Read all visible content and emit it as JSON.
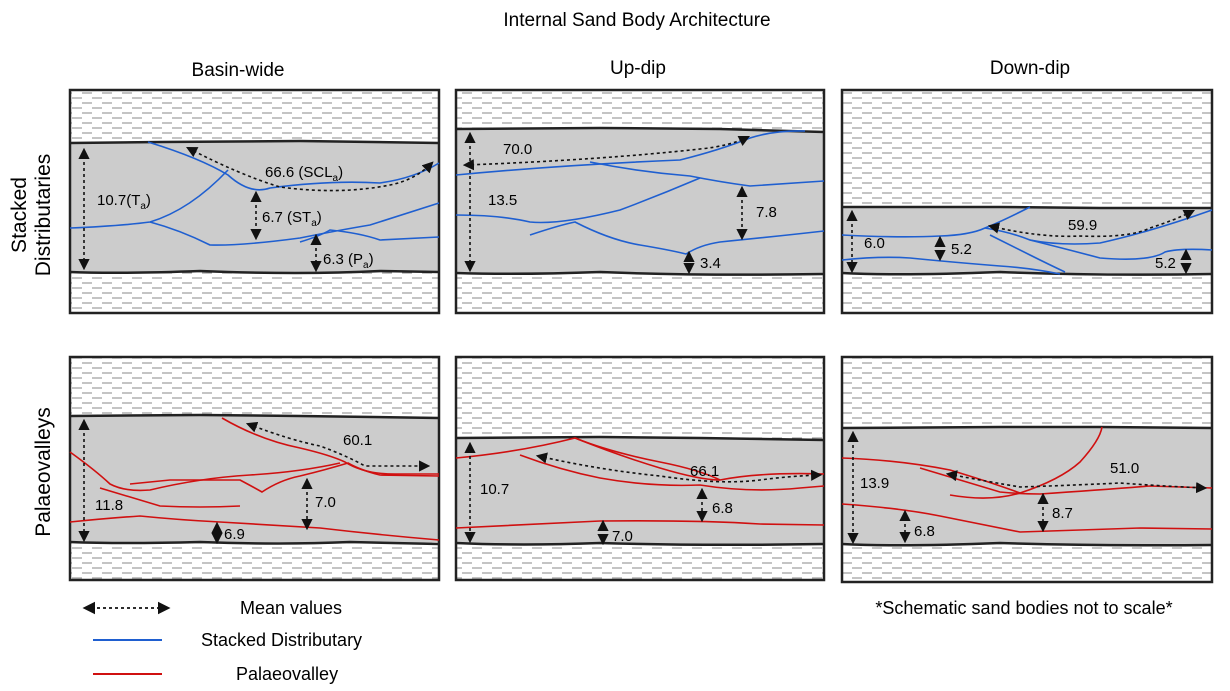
{
  "title": "Internal Sand Body Architecture",
  "columns": [
    "Basin-wide",
    "Up-dip",
    "Down-dip"
  ],
  "rows": [
    {
      "line1": "Stacked",
      "line2": "Distributaries"
    },
    {
      "line1": "Palaeovalleys",
      "line2": ""
    }
  ],
  "panels": {
    "sd_basin": {
      "total": "10.7(T",
      "total_sub": "a",
      "total_end": ")",
      "scl": "66.6 (SCL",
      "scl_sub": "a",
      "scl_end": ")",
      "st": "6.7 (ST",
      "st_sub": "a",
      "st_end": ")",
      "p": "6.3 (P",
      "p_sub": "a",
      "p_end": ")"
    },
    "sd_updip": {
      "total": "13.5",
      "width": "70.0",
      "storey": "7.8",
      "bottom": "3.4"
    },
    "sd_downdip": {
      "total": "6.0",
      "width": "59.9",
      "storey": "5.2",
      "bottom": "5.2"
    },
    "pv_basin": {
      "total": "11.8",
      "width": "60.1",
      "storey": "7.0",
      "bottom": "6.9"
    },
    "pv_updip": {
      "total": "10.7",
      "width": "66.1",
      "storey": "6.8",
      "bottom": "7.0"
    },
    "pv_downdip": {
      "total": "13.9",
      "width": "51.0",
      "storey": "8.7",
      "bottom": "6.8"
    }
  },
  "legend": {
    "mean": "Mean values",
    "stacked": "Stacked Distributary",
    "palaeo": "Palaeovalley"
  },
  "note": "*Schematic sand bodies not to scale*",
  "colors": {
    "sand": "#cccccc",
    "mud_line": "#8a8a8a",
    "stacked": "#1f5fd0",
    "palaeo": "#d01010",
    "frame": "#222222"
  }
}
